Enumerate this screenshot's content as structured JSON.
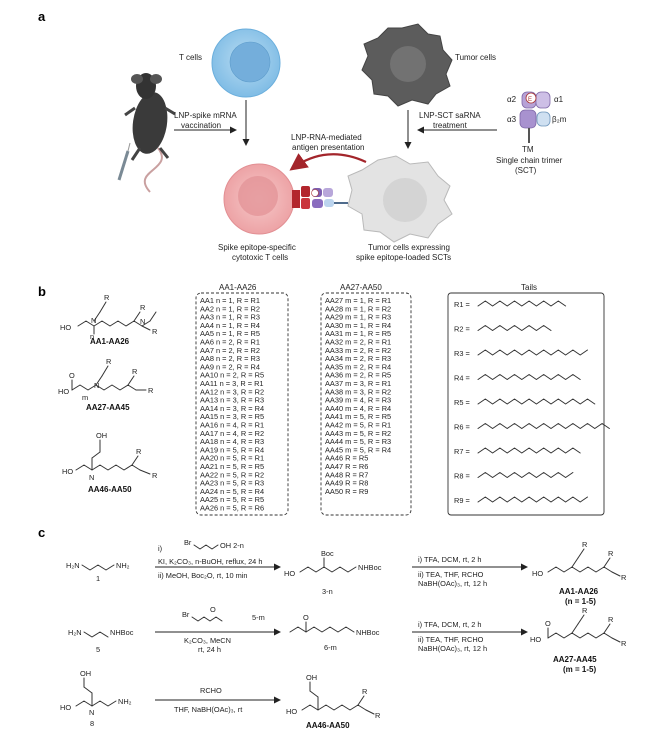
{
  "panel_a": {
    "letter": "a",
    "t_cells": "T cells",
    "tumor_cells": "Tumor cells",
    "lnp_spike_1": "LNP-spike mRNA",
    "lnp_spike_2": "vaccination",
    "lnp_sct_1": "LNP-SCT saRNA",
    "lnp_sct_2": "treatment",
    "mediated_1": "LNP-RNA-mediated",
    "mediated_2": "antigen presentation",
    "sct_alpha2": "α2",
    "sct_alpha1": "α1",
    "sct_alpha3": "α3",
    "sct_b2m": "β₂m",
    "sct_epitope": "E",
    "sct_tm": "TM",
    "sct_name_1": "Single chain trimer",
    "sct_name_2": "(SCT)",
    "ctl_1": "Spike epitope-specific",
    "ctl_2": "cytotoxic T cells",
    "tumor_exp_1": "Tumor cells expressing",
    "tumor_exp_2": "spike epitope-loaded SCTs"
  },
  "panel_b": {
    "letter": "b",
    "struct_labels": [
      "AA1-AA26",
      "AA27-AA45",
      "AA46-AA50"
    ],
    "list1_title": "AA1-AA26",
    "list1": [
      "AA1  n = 1, R = R1",
      "AA2  n = 1, R = R2",
      "AA3  n = 1, R = R3",
      "AA4  n = 1, R = R4",
      "AA5  n = 1, R = R5",
      "AA6  n = 2, R = R1",
      "AA7  n = 2, R = R2",
      "AA8  n = 2, R = R3",
      "AA9  n = 2, R = R4",
      "AA10 n = 2, R = R5",
      "AA11 n = 3, R = R1",
      "AA12 n = 3, R = R2",
      "AA13 n = 3, R = R3",
      "AA14 n = 3, R = R4",
      "AA15 n = 3, R = R5",
      "AA16 n = 4, R = R1",
      "AA17 n = 4, R = R2",
      "AA18 n = 4, R = R3",
      "AA19 n = 5, R = R4",
      "AA20 n = 5, R = R1",
      "AA21 n = 5, R = R5",
      "AA22 n = 5, R = R2",
      "AA23 n = 5, R = R3",
      "AA24 n = 5, R = R4",
      "AA25 n = 5, R = R5",
      "AA26 n = 5, R = R6"
    ],
    "list2_title": "AA27-AA50",
    "list2": [
      "AA27  m = 1, R = R1",
      "AA28  m = 1, R = R2",
      "AA29  m = 1, R = R3",
      "AA30  m = 1, R = R4",
      "AA31  m = 1, R = R5",
      "AA32  m = 2, R = R1",
      "AA33  m = 2, R = R2",
      "AA34  m = 2, R = R3",
      "AA35  m = 2, R = R4",
      "AA36  m = 2, R = R5",
      "AA37  m = 3, R = R1",
      "AA38  m = 3, R = R2",
      "AA39  m = 4, R = R3",
      "AA40  m = 4, R = R4",
      "AA41  m = 5, R = R5",
      "AA42  m = 5, R = R1",
      "AA43  m = 5, R = R2",
      "AA44  m = 5, R = R3",
      "AA45  m = 5, R = R4",
      "AA46  R = R5",
      "AA47  R = R6",
      "AA48  R = R7",
      "AA49  R = R8",
      "AA50  R = R9"
    ],
    "tails_title": "Tails",
    "tails": [
      "R1 =",
      "R2 =",
      "R3 =",
      "R4 =",
      "R5 =",
      "R6 =",
      "R7 =",
      "R8 =",
      "R9 ="
    ],
    "atom_HO": "HO",
    "atom_OH": "OH",
    "atom_N": "N",
    "atom_R": "R",
    "atom_O": "O",
    "sub_n": "n",
    "sub_m": "m"
  },
  "panel_c": {
    "letter": "c",
    "r1_cond_i": "i)",
    "r1_reagent": "Br",
    "r1_reagent_b": "OH  2-n",
    "r1_cond_1": "KI, K₂CO₃, n-BuOH, reflux, 24 h",
    "r1_cond_2": "ii) MeOH, Boc₂O, rt, 10 min",
    "r1_sm": "H₂N",
    "r1_sm_b": "NH₂",
    "r1_sm_num": "1",
    "r1_int": "NHBoc",
    "r1_int_num": "3-n",
    "r1_int_boc": "Boc",
    "r1_step2_1": "i) TFA, DCM, rt, 2 h",
    "r1_step2_2": "ii) TEA, THF, RCHO",
    "r1_step2_3": "NaBH(OAc)₃, rt, 12 h",
    "r1_product": "AA1-AA26",
    "r1_product_note": "(n = 1-5)",
    "r2_reagent_b": "5-m",
    "r2_cond_1": "K₂CO₃, MeCN",
    "r2_cond_2": "rt, 24 h",
    "r2_sm": "H₂N",
    "r2_sm_b": "NHBoc",
    "r2_sm_num": "5",
    "r2_int": "NHBoc",
    "r2_int_num": "6-m",
    "r2_step2_1": "i) TFA, DCM, rt, 2 h",
    "r2_step2_2": "ii) TEA, THF, RCHO",
    "r2_step2_3": "NaBH(OAc)₃, rt, 12 h",
    "r2_product": "AA27-AA45",
    "r2_product_note": "(m = 1-5)",
    "r3_reagent": "RCHO",
    "r3_cond": "THF, NaBH(OAc)₃, rt",
    "r3_sm_num": "8",
    "r3_sm_nh2": "NH₂",
    "r3_product": "AA46-AA50"
  }
}
